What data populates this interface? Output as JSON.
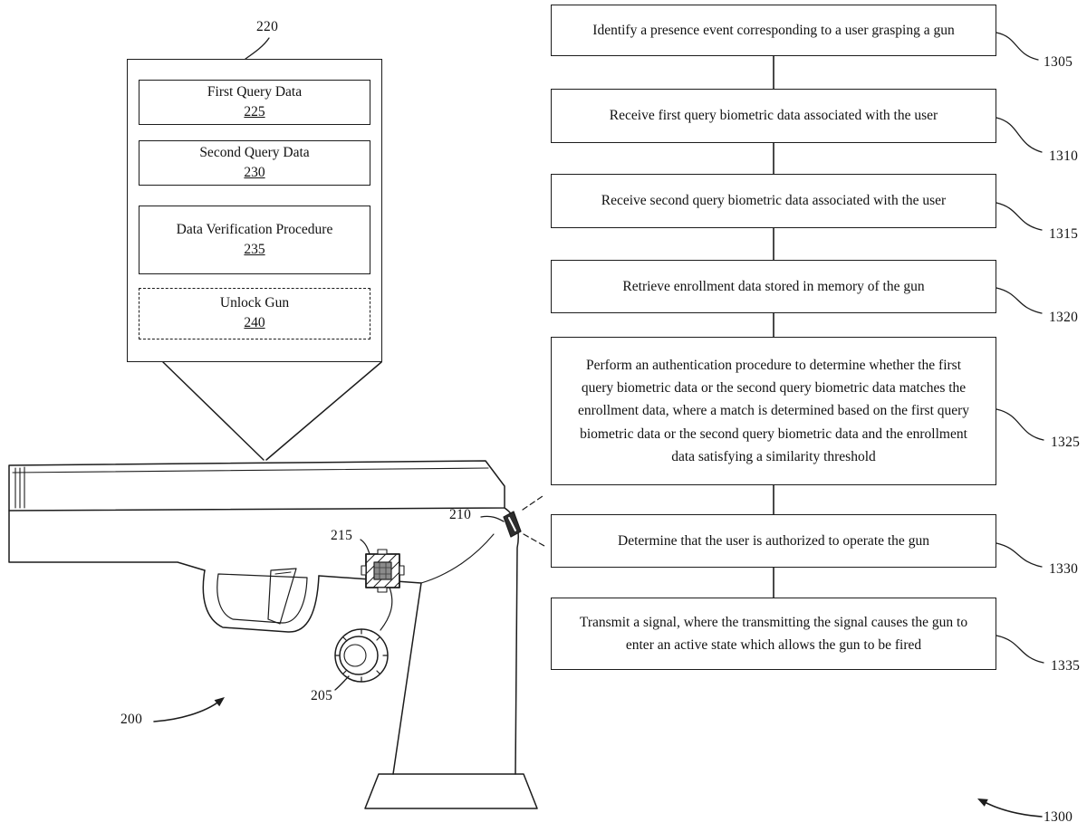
{
  "figure": {
    "figure_ref": "1300",
    "gun_ref": "200",
    "lens_ref": "205",
    "sight_ref": "210",
    "sensor_ref": "215"
  },
  "memory_box": {
    "label": "220",
    "items": [
      {
        "title": "First Query Data",
        "ref": "225"
      },
      {
        "title": "Second Query Data",
        "ref": "230"
      },
      {
        "title": "Data Verification Procedure",
        "ref": "235"
      },
      {
        "title": "Unlock Gun",
        "ref": "240"
      }
    ]
  },
  "flowchart": {
    "steps": [
      {
        "text": "Identify a presence event corresponding to a user grasping a gun",
        "ref": "1305"
      },
      {
        "text": "Receive first query biometric data associated with the user",
        "ref": "1310"
      },
      {
        "text": "Receive second query biometric data associated with the user",
        "ref": "1315"
      },
      {
        "text": "Retrieve enrollment data stored in memory of the gun",
        "ref": "1320"
      },
      {
        "text": "Perform an authentication procedure to determine whether the first query biometric data or the second query biometric data matches the enrollment data, where a match is determined based on the first query biometric data or the second query biometric data and the enrollment data satisfying a similarity threshold",
        "ref": "1325"
      },
      {
        "text": "Determine that the user is authorized to operate the gun",
        "ref": "1330"
      },
      {
        "text": "Transmit a signal, where the transmitting the signal causes the gun to enter an active state which allows the gun to be fired",
        "ref": "1335"
      }
    ]
  }
}
